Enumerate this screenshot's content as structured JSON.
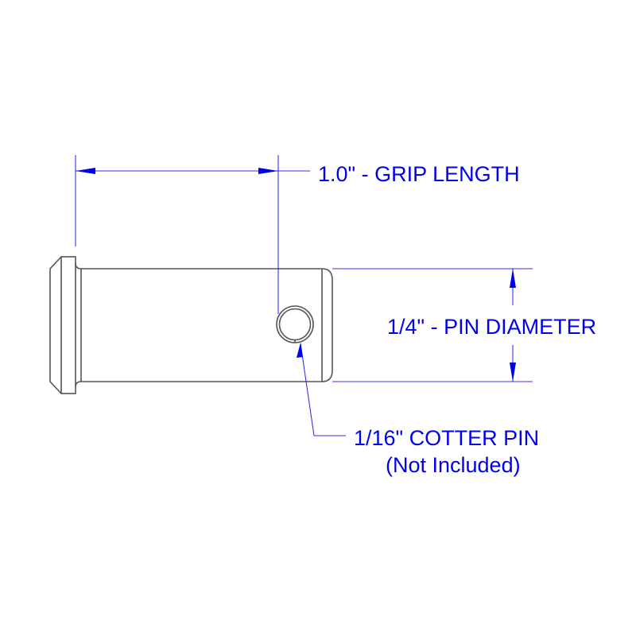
{
  "annotations": {
    "grip_length": "1.0\" - GRIP LENGTH",
    "pin_diameter": "1/4\" - PIN DIAMETER",
    "cotter_pin": "1/16\" COTTER PIN",
    "cotter_note": "(Not Included)"
  },
  "colors": {
    "dimension": "#0000ee",
    "part_outline": "#555555",
    "background": "#ffffff"
  }
}
